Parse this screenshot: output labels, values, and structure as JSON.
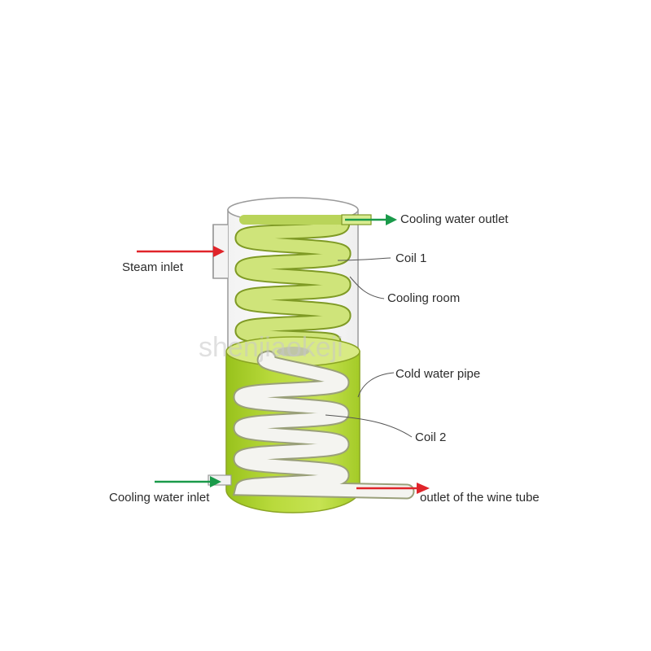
{
  "diagram": {
    "labels": {
      "cooling_water_outlet": "Cooling water outlet",
      "coil_1": "Coil 1",
      "steam_inlet": "Steam inlet",
      "cooling_room": "Cooling room",
      "cold_water_pipe": "Cold water pipe",
      "coil_2": "Coil 2",
      "cooling_water_inlet": "Cooling water inlet",
      "wine_outlet": "outlet of the wine tube"
    },
    "watermark": "shenjiaokeji",
    "colors": {
      "coil_green": "#c9df6a",
      "water_green": "#a8cc2e",
      "arrow_green": "#1a9a4a",
      "arrow_red": "#e0242a",
      "outline": "#8a8a8a"
    }
  }
}
